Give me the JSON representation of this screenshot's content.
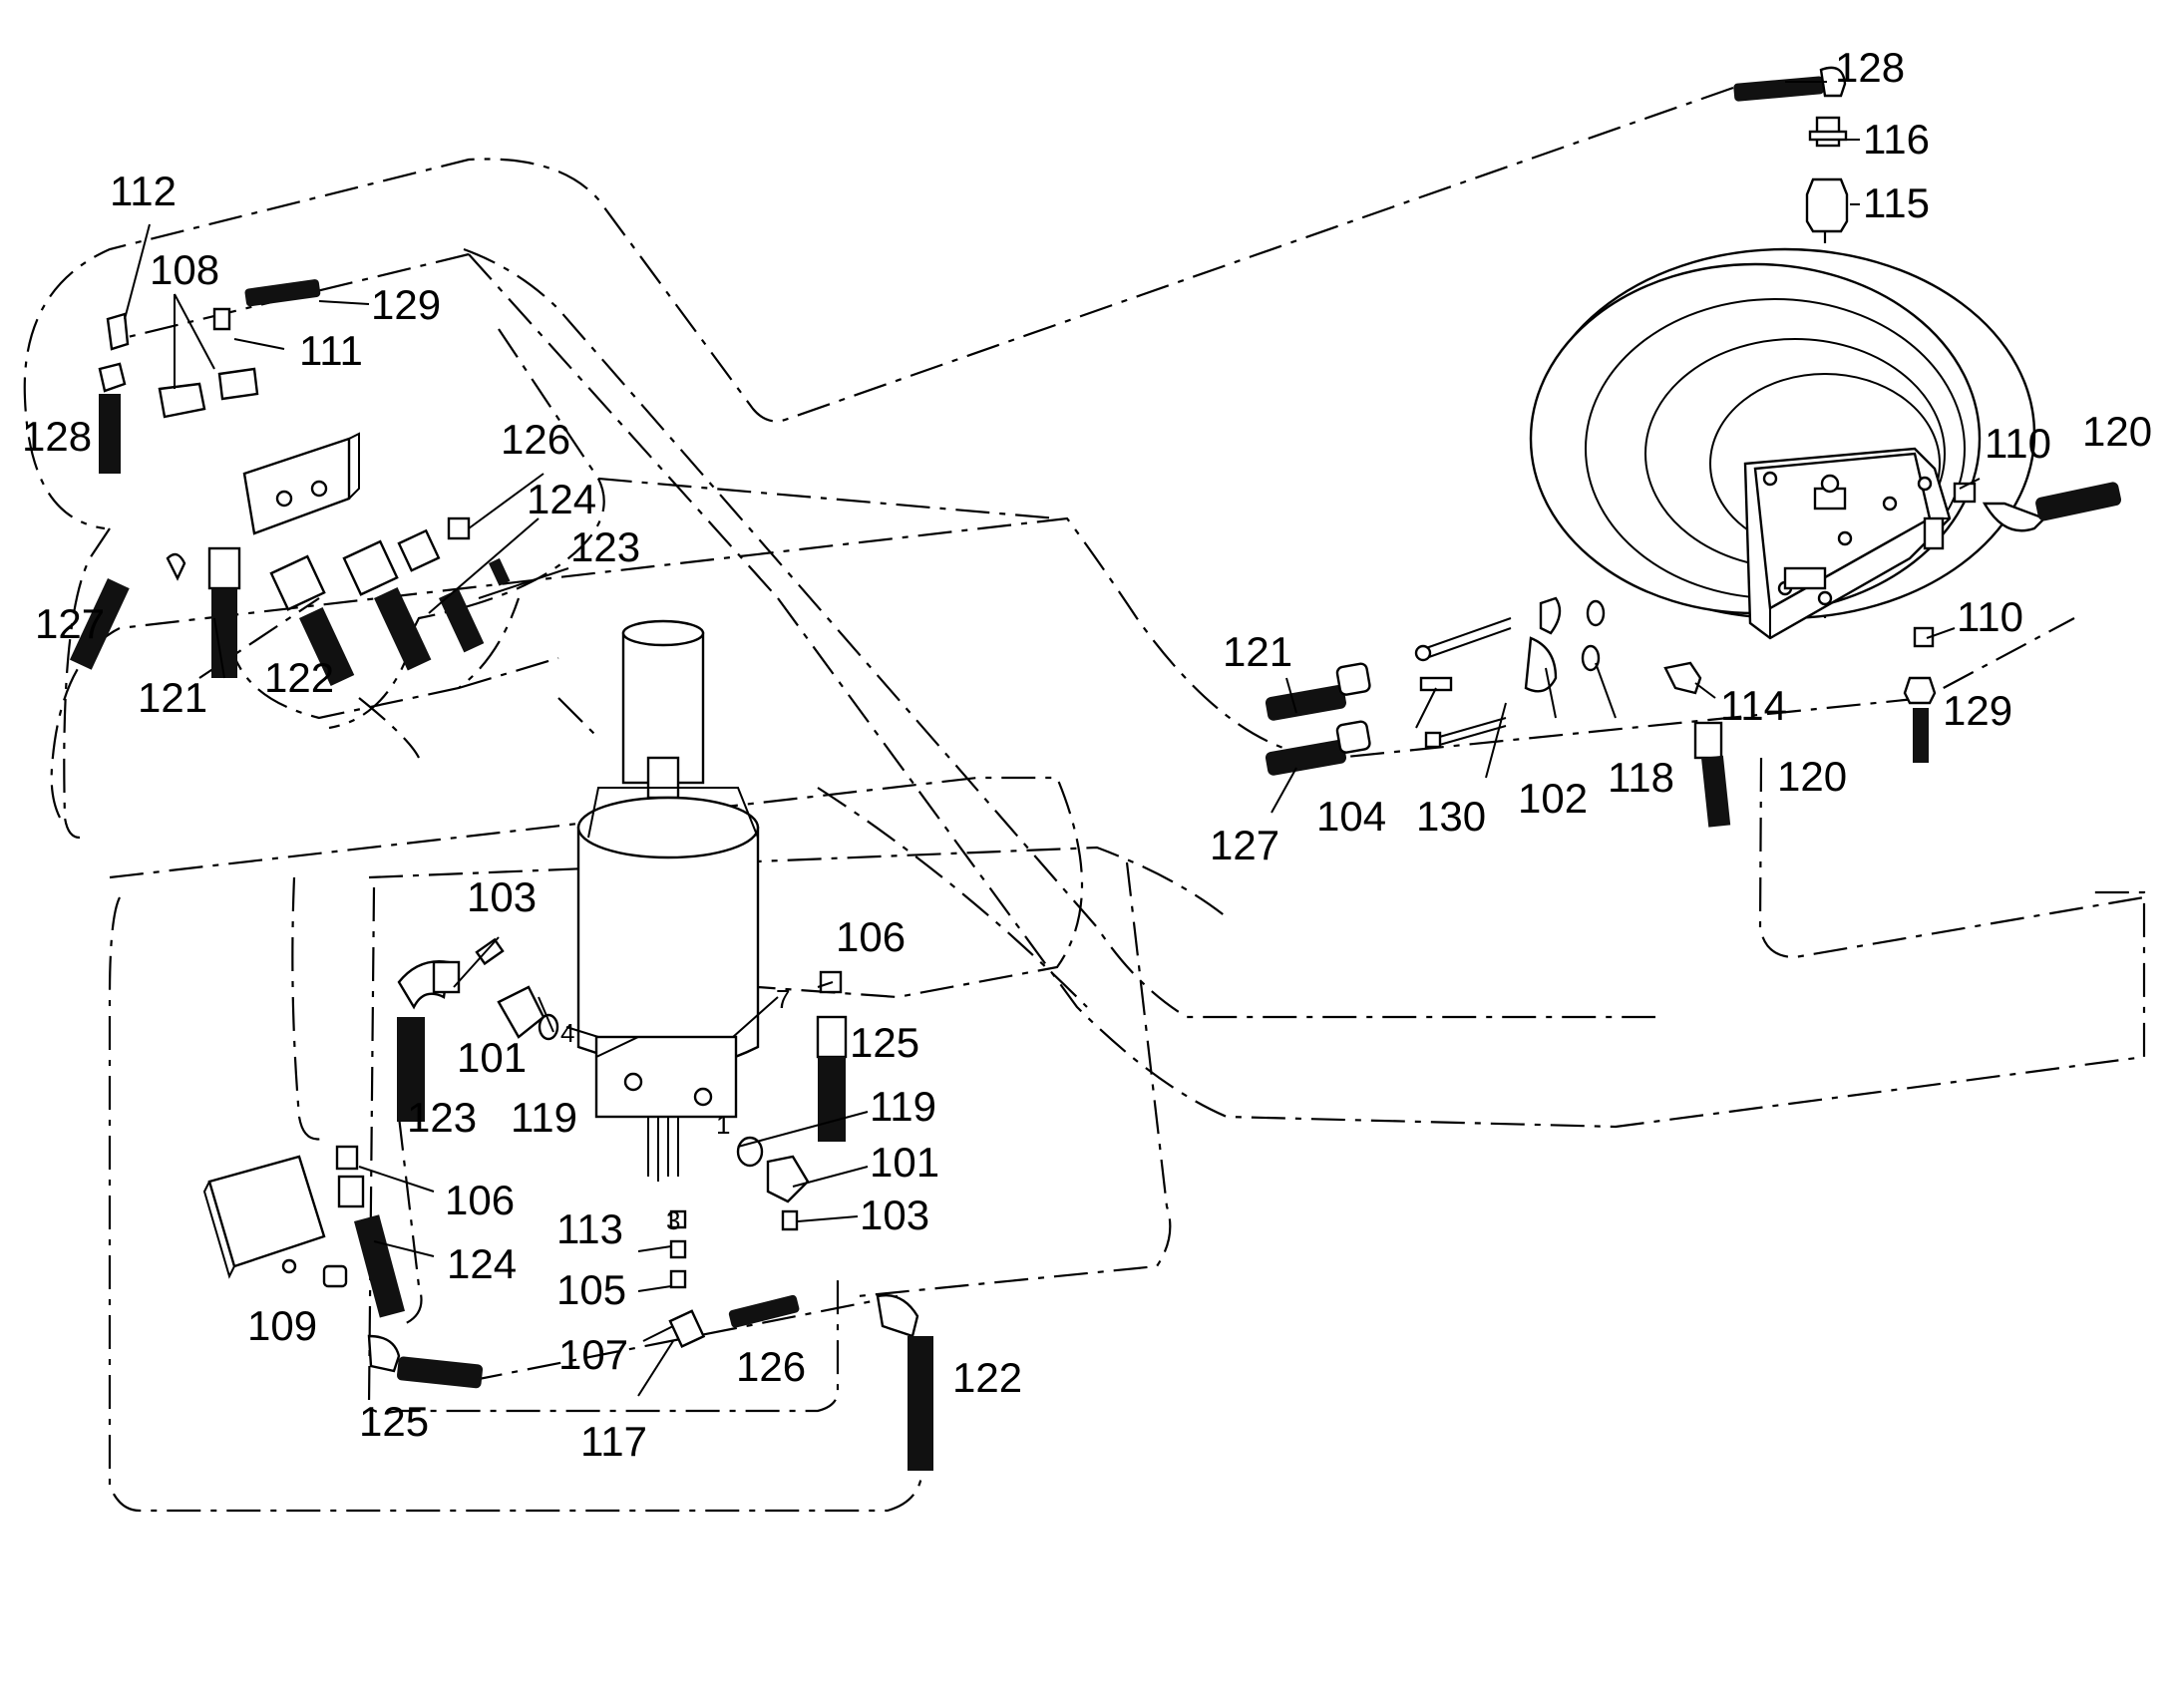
{
  "diagram": {
    "colors": {
      "ink": "#000000",
      "paper": "#ffffff"
    },
    "labels": [
      {
        "id": "l128a",
        "text": "128"
      },
      {
        "id": "l116",
        "text": "116"
      },
      {
        "id": "l115",
        "text": "115"
      },
      {
        "id": "l110a",
        "text": "110"
      },
      {
        "id": "l120a",
        "text": "120"
      },
      {
        "id": "l110b",
        "text": "110"
      },
      {
        "id": "l114",
        "text": "114"
      },
      {
        "id": "l129a",
        "text": "129"
      },
      {
        "id": "l120b",
        "text": "120"
      },
      {
        "id": "l118",
        "text": "118"
      },
      {
        "id": "l102",
        "text": "102"
      },
      {
        "id": "l130",
        "text": "130"
      },
      {
        "id": "l104",
        "text": "104"
      },
      {
        "id": "l121a",
        "text": "121"
      },
      {
        "id": "l127a",
        "text": "127"
      },
      {
        "id": "l112",
        "text": "112"
      },
      {
        "id": "l108",
        "text": "108"
      },
      {
        "id": "l129b",
        "text": "129"
      },
      {
        "id": "l111",
        "text": "111"
      },
      {
        "id": "l128b",
        "text": "128"
      },
      {
        "id": "l126a",
        "text": "126"
      },
      {
        "id": "l124a",
        "text": "124"
      },
      {
        "id": "l123a",
        "text": "123"
      },
      {
        "id": "l127b",
        "text": "127"
      },
      {
        "id": "l121b",
        "text": "121"
      },
      {
        "id": "l122a",
        "text": "122"
      },
      {
        "id": "l103a",
        "text": "103"
      },
      {
        "id": "l106a",
        "text": "106"
      },
      {
        "id": "l7",
        "text": "7"
      },
      {
        "id": "l4",
        "text": "4"
      },
      {
        "id": "l125a",
        "text": "125"
      },
      {
        "id": "l101a",
        "text": "101"
      },
      {
        "id": "l123b",
        "text": "123"
      },
      {
        "id": "l119a",
        "text": "119"
      },
      {
        "id": "l1",
        "text": "1"
      },
      {
        "id": "l119b",
        "text": "119"
      },
      {
        "id": "l101b",
        "text": "101"
      },
      {
        "id": "l106b",
        "text": "106"
      },
      {
        "id": "l103b",
        "text": "103"
      },
      {
        "id": "l3",
        "text": "3"
      },
      {
        "id": "l113",
        "text": "113"
      },
      {
        "id": "l124b",
        "text": "124"
      },
      {
        "id": "l105",
        "text": "105"
      },
      {
        "id": "l109",
        "text": "109"
      },
      {
        "id": "l107",
        "text": "107"
      },
      {
        "id": "l126b",
        "text": "126"
      },
      {
        "id": "l122b",
        "text": "122"
      },
      {
        "id": "l125b",
        "text": "125"
      },
      {
        "id": "l117",
        "text": "117"
      }
    ]
  }
}
